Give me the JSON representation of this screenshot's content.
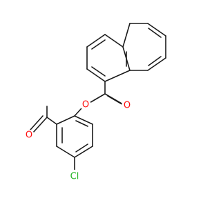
{
  "molecule": {
    "atoms": {
      "O_ester": {
        "symbol": "O",
        "color": "#ff0d0d"
      },
      "O_carbonyl": {
        "symbol": "O",
        "color": "#ff0d0d"
      },
      "O_aldehyde": {
        "symbol": "O",
        "color": "#ff0d0d"
      },
      "Cl": {
        "symbol": "Cl",
        "color": "#1fb31f"
      }
    },
    "bond_color": "#1a1a1a"
  }
}
